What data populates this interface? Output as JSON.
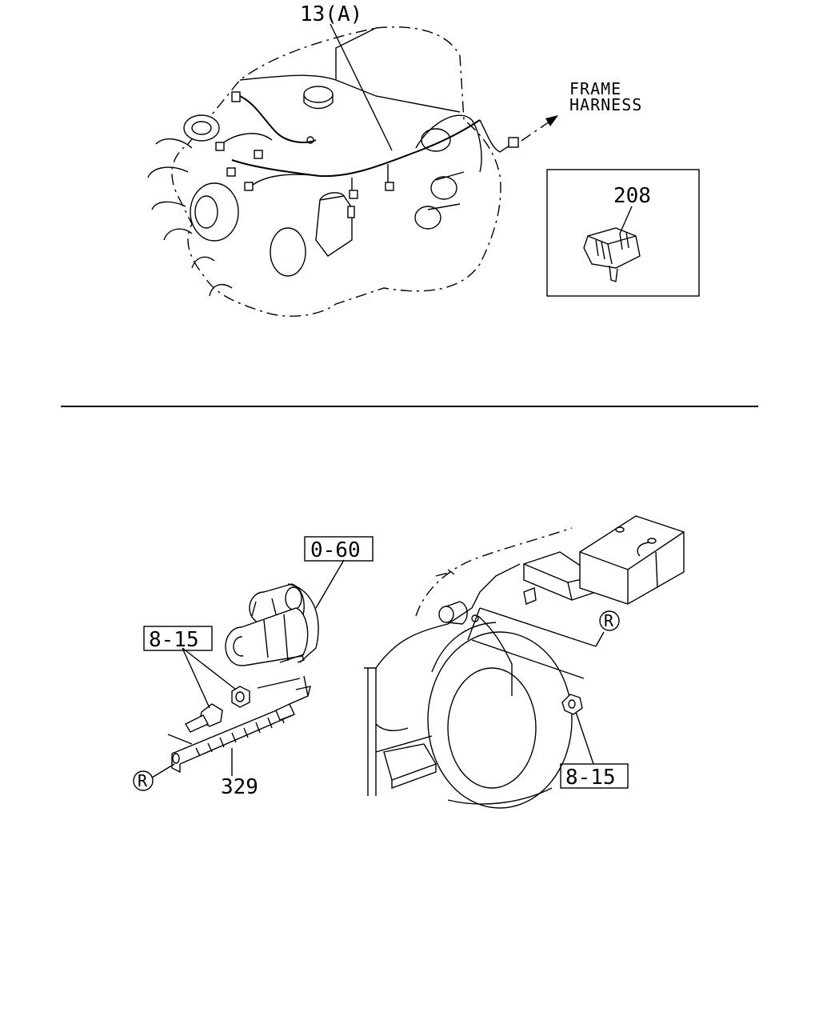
{
  "callouts": {
    "wiring_harness": "13(A)",
    "frame_harness_line1": "FRAME",
    "frame_harness_line2": "HARNESS",
    "connector": "208",
    "starter_ref": "0-60",
    "bolt_ref_left": "8-15",
    "bolt_ref_right": "8-15",
    "ground_cable": "329",
    "ref_mark_left": "R",
    "ref_mark_right": "R"
  }
}
